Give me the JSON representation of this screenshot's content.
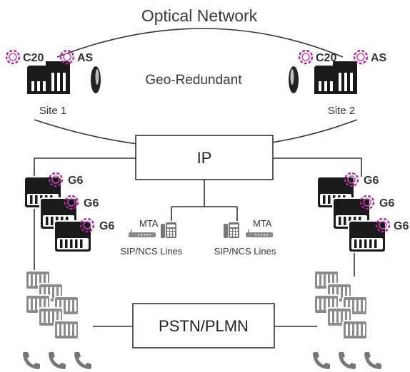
{
  "title": "Optical Network",
  "geo_label": "Geo-Redundant",
  "sites": [
    {
      "label": "Site 1",
      "badges": [
        "C20",
        "AS"
      ]
    },
    {
      "label": "Site 2",
      "badges": [
        "C20",
        "AS"
      ]
    }
  ],
  "ip_label": "IP",
  "pstn_label": "PSTN/PLMN",
  "gateway_badge": "G6",
  "mta_label": "MTA",
  "lines_label": "SIP/NCS Lines",
  "colors": {
    "badge_ring": "#b0289a",
    "device": "#1a1a1a",
    "server": "#8c8c8c",
    "phone": "#777777",
    "line": "#333333"
  }
}
